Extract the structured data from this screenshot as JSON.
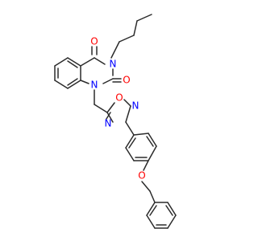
{
  "molecule": {
    "bond_color": "#2b2b2b",
    "atom_colors": {
      "O": "#ff0000",
      "N": "#0000ff"
    },
    "labels": {
      "o_top": "O",
      "n3": "N",
      "o_c2": "O",
      "n1": "N",
      "o_ring": "O",
      "n_ring_top": "N",
      "n_ring_bottom": "N",
      "o_ether": "O"
    }
  }
}
